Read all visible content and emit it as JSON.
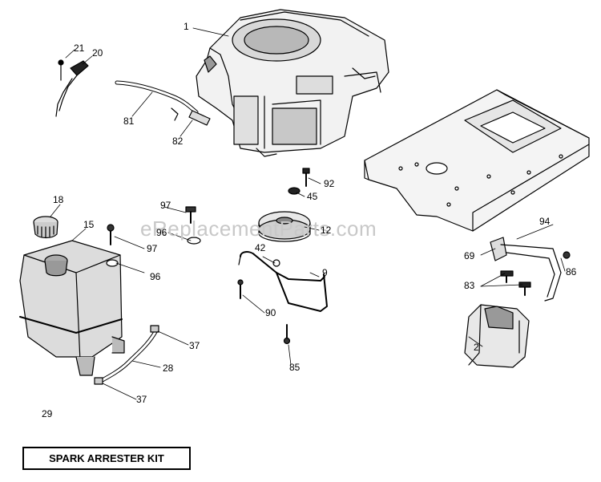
{
  "watermark": "eReplacementParts.com",
  "callouts": {
    "c1": "1",
    "c21": "21",
    "c20": "20",
    "c81": "81",
    "c82": "82",
    "c92": "92",
    "c45": "45",
    "c18": "18",
    "c15": "15",
    "c97a": "97",
    "c96a": "96",
    "c97b": "97",
    "c96b": "96",
    "c12": "12",
    "c94": "94",
    "c69": "69",
    "c86": "86",
    "c42": "42",
    "c9": "9",
    "c83": "83",
    "c90": "90",
    "c37a": "37",
    "c28": "28",
    "c2": "2",
    "c85": "85",
    "c37b": "37",
    "c29": "29"
  },
  "kit_label": "SPARK ARRESTER KIT"
}
